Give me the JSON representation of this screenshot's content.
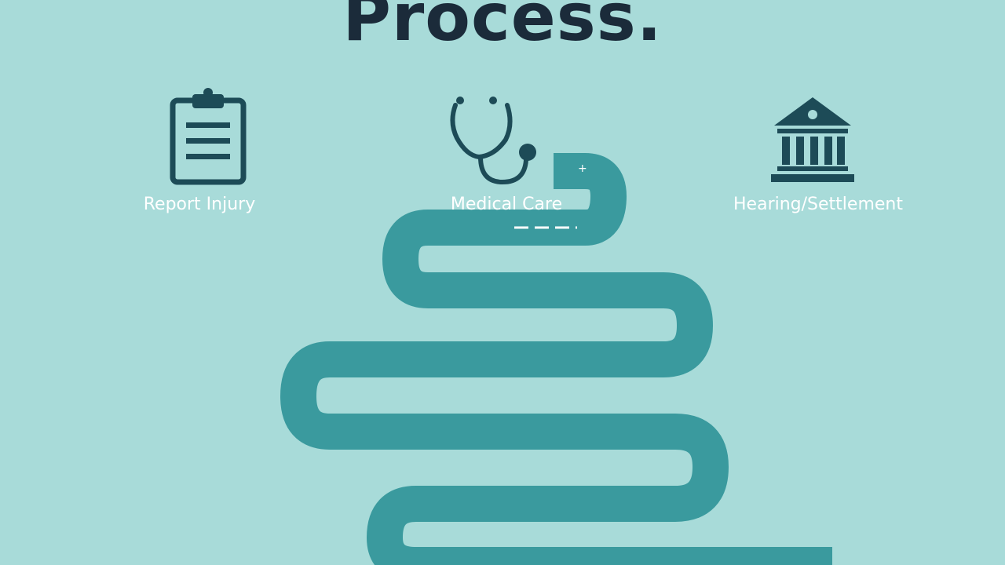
{
  "title": "Process.",
  "colors": {
    "background": "#a8dbd9",
    "path": "#3a9a9e",
    "icon": "#1d4b57",
    "label": "#ffffff",
    "title": "#1b2b3a"
  },
  "steps": [
    {
      "label": "Report Injury",
      "icon": "clipboard-icon"
    },
    {
      "label": "Medical Care",
      "icon": "stethoscope-icon"
    },
    {
      "label": "Hearing/Settlement",
      "icon": "courthouse-icon"
    }
  ]
}
